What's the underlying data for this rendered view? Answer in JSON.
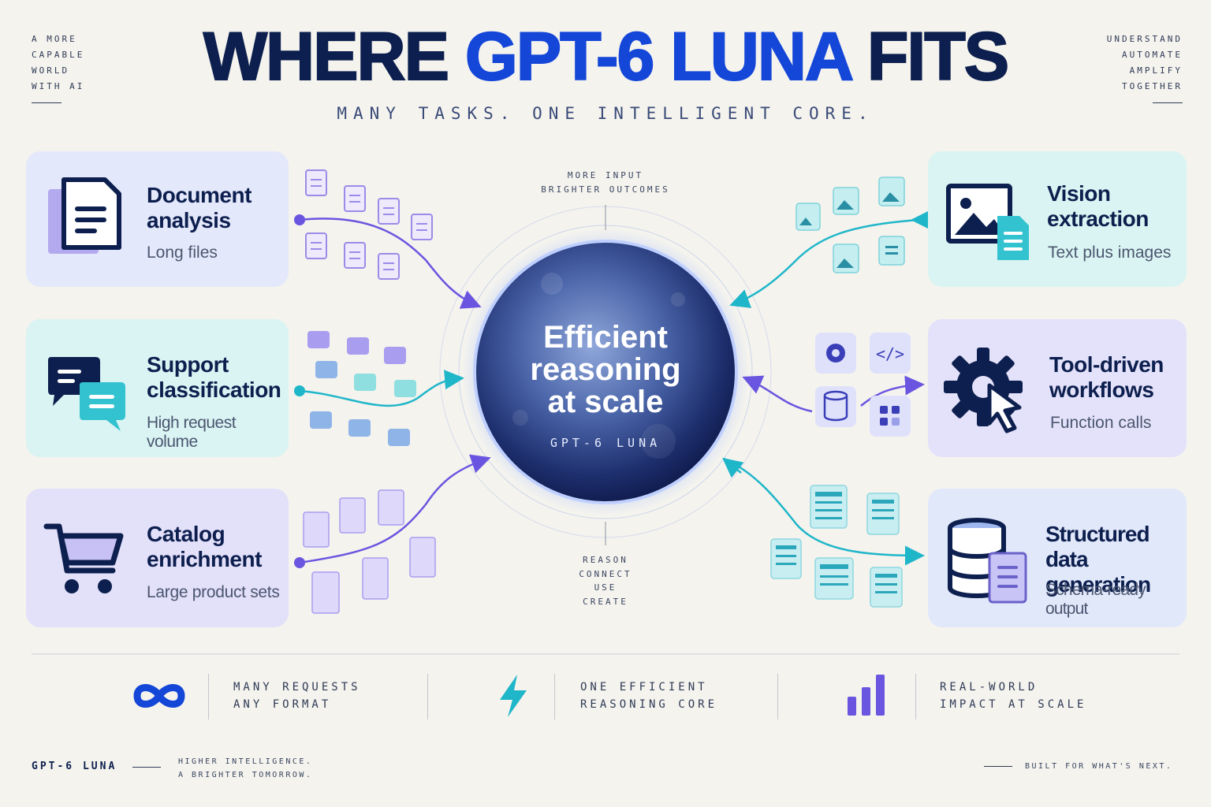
{
  "header": {
    "title_part1": "WHERE ",
    "title_accent": "GPT-6 LUNA",
    "title_part2": " FITS",
    "subtitle": "MANY TASKS. ONE INTELLIGENT CORE.",
    "left_corner": [
      "A MORE",
      "CAPABLE",
      "WORLD",
      "WITH AI"
    ],
    "right_corner": [
      "UNDERSTAND",
      "AUTOMATE",
      "AMPLIFY",
      "TOGETHER"
    ]
  },
  "cards": [
    {
      "title1": "Document",
      "title2": "analysis",
      "sub": "Long files",
      "icon": "document-icon"
    },
    {
      "title1": "Support",
      "title2": "classification",
      "sub": "High request volume",
      "icon": "chat-icon"
    },
    {
      "title1": "Catalog",
      "title2": "enrichment",
      "sub": "Large product sets",
      "icon": "shopping-cart-icon"
    },
    {
      "title1": "Vision",
      "title2": "extraction",
      "sub": "Text plus images",
      "icon": "image-document-icon"
    },
    {
      "title1": "Tool-driven",
      "title2": "workflows",
      "sub": "Function calls",
      "icon": "gear-cursor-icon"
    },
    {
      "title1": "Structured",
      "title2": "data generation",
      "sub": "Schema-ready output",
      "icon": "database-icon"
    }
  ],
  "center": {
    "top_label": [
      "MORE INPUT",
      "BRIGHTER OUTCOMES"
    ],
    "title": [
      "Efficient",
      "reasoning",
      "at scale"
    ],
    "model": "GPT-6 LUNA",
    "bottom_label": [
      "REASON",
      "CONNECT",
      "USE",
      "CREATE"
    ]
  },
  "bottom_bar": [
    {
      "icon": "infinity-icon",
      "line1": "MANY REQUESTS",
      "line2": "ANY FORMAT"
    },
    {
      "icon": "lightning-icon",
      "line1": "ONE EFFICIENT",
      "line2": "REASONING CORE"
    },
    {
      "icon": "bar-chart-icon",
      "line1": "REAL-WORLD",
      "line2": "IMPACT AT SCALE"
    }
  ],
  "footer": {
    "brand": "GPT-6 LUNA",
    "tagline": [
      "HIGHER INTELLIGENCE.",
      "A BRIGHTER TOMORROW."
    ],
    "right": "BUILT FOR WHAT'S NEXT."
  },
  "colors": {
    "navy": "#0d1f4e",
    "accent_blue": "#1446d8",
    "purple": "#6a55e0",
    "teal": "#1fb6c9"
  }
}
